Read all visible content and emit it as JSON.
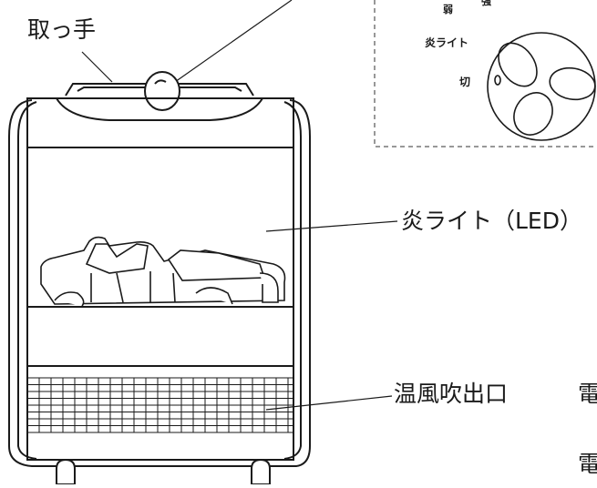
{
  "labels": {
    "handle": "取っ手",
    "flame_light": "炎ライト（LED）",
    "warm_air_outlet": "温風吹出口",
    "power_1": "電",
    "power_2": "電"
  },
  "dial": {
    "weak": "弱",
    "strong": "強",
    "flame_light": "炎ライト",
    "off": "切"
  },
  "colors": {
    "line": "#1a1a1a",
    "dashed_border": "#777777",
    "background": "#ffffff"
  }
}
